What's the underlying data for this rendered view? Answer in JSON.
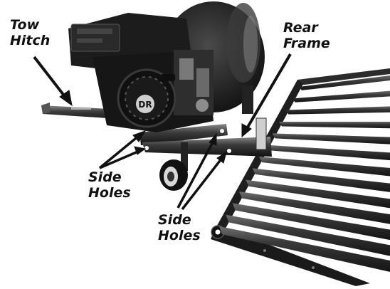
{
  "labels": {
    "tow_hitch": "Tow\nHitch",
    "rear_frame": "Rear\nFrame",
    "side_holes_left": "Side\nHoles",
    "side_holes_bottom": "Side\nHoles"
  },
  "engine_badge": "DR",
  "colors": {
    "engine_body": "#1c1c1c",
    "metal_dark": "#2a2a2a",
    "frame": "#262626",
    "tube_highlight": "#6a6a6a",
    "background": "#ffffff"
  }
}
